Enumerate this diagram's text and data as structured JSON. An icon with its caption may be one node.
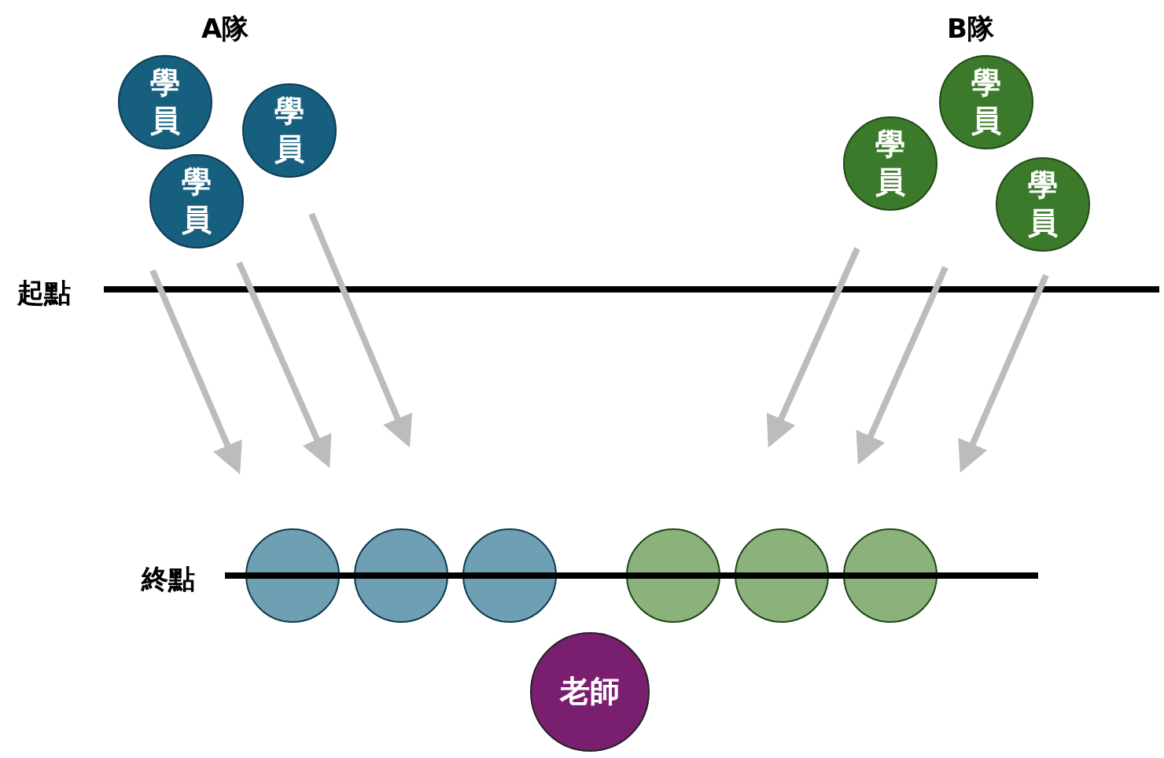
{
  "diagram": {
    "nodes": [
      {
        "text": [
          "學員"
        ]
      },
      {
        "text": [
          "學員"
        ]
      },
      {
        "text": [
          "學員"
        ]
      },
      {
        "text": [
          "學員"
        ]
      },
      {
        "text": [
          "學員"
        ]
      },
      {
        "text": [
          "學員"
        ]
      },
      {
        "text": [],
        "shape": "circle"
      },
      {
        "text": [],
        "shape": "circle"
      },
      {
        "text": [],
        "shape": "circle"
      },
      {
        "text": [],
        "shape": "circle"
      },
      {
        "text": [],
        "shape": "circle"
      },
      {
        "text": [],
        "shape": "circle"
      },
      {
        "text": [
          "老師"
        ]
      }
    ],
    "edges": [],
    "labels": [
      "A隊",
      "B隊",
      "起點",
      "終點"
    ]
  }
}
